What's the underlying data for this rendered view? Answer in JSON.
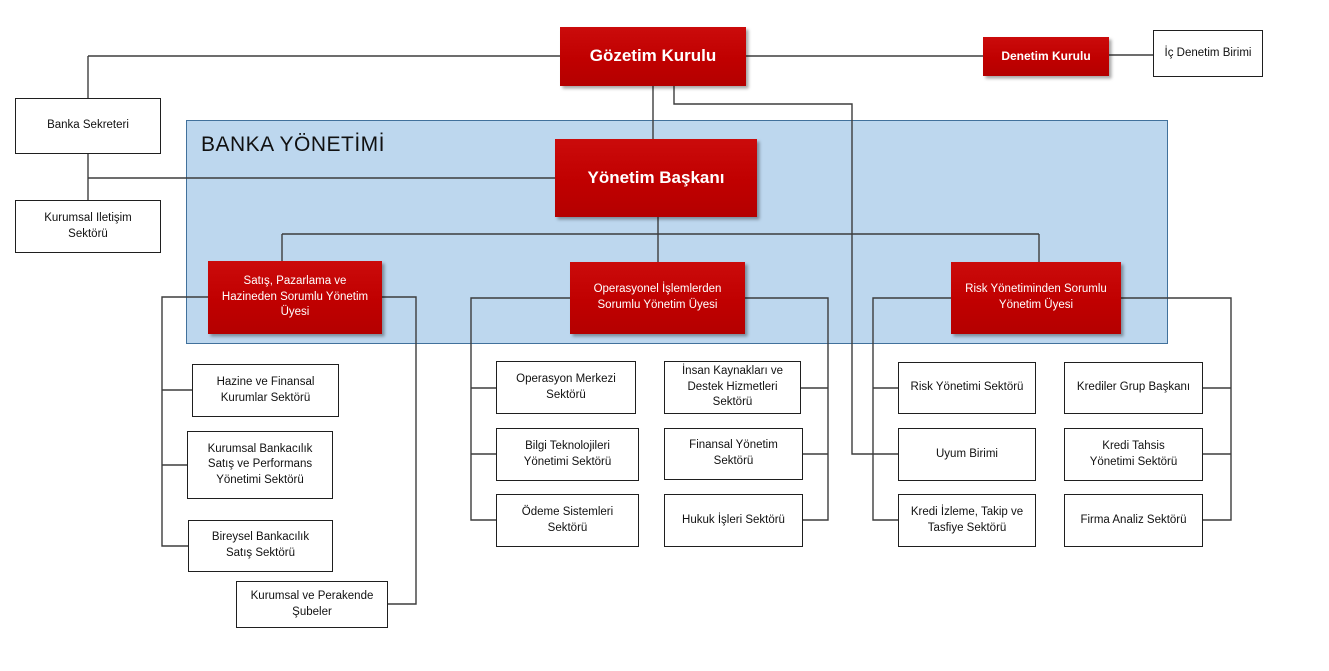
{
  "colors": {
    "red": "#C00000",
    "panel_fill": "#BDD7EE",
    "panel_border": "#41719C",
    "line": "#3D3D3D",
    "box_border": "#1F1F1F"
  },
  "panel": {
    "label": "BANKA YÖNETİMİ"
  },
  "nodes": {
    "gozetim_kurulu": "Gözetim Kurulu",
    "denetim_kurulu": "Denetim Kurulu",
    "ic_denetim_birimi": "İç Denetim Birimi",
    "banka_sekreteri": "Banka Sekreteri",
    "kurumsal_iletisim": "Kurumsal Iletişim Sektörü",
    "yonetim_baskani": "Yönetim Başkanı",
    "satis_pazarlama": "Satış, Pazarlama ve Hazineden Sorumlu Yönetim Üyesi",
    "operasyonel": "Operasyonel İşlemlerden Sorumlu Yönetim Üyesi",
    "risk_yonetiminden": "Risk Yönetiminden Sorumlu Yönetim Üyesi",
    "hazine_finansal": "Hazine ve Finansal Kurumlar Sektörü",
    "kurumsal_bankacilik": "Kurumsal Bankacılık Satış ve Performans Yönetimi Sektörü",
    "bireysel_bankacilik": "Bireysel Bankacılık Satış Sektörü",
    "kurumsal_perakende": "Kurumsal ve Perakende Şubeler",
    "operasyon_merkezi": "Operasyon Merkezi Sektörü",
    "bilgi_teknolojileri": "Bilgi Teknolojileri Yönetimi Sektörü",
    "odeme_sistemleri": "Ödeme Sistemleri Sektörü",
    "insan_kaynaklari": "İnsan Kaynakları ve Destek Hizmetleri Sektörü",
    "finansal_yonetim": "Finansal Yönetim Sektörü",
    "hukuk_isleri": "Hukuk İşleri Sektörü",
    "risk_yonetimi_sektoru": "Risk Yönetimi Sektörü",
    "uyum_birimi": "Uyum Birimi",
    "kredi_izleme": "Kredi İzleme, Takip ve Tasfiye Sektörü",
    "krediler_grup": "Krediler Grup Başkanı",
    "kredi_tahsis": "Kredi Tahsis Yönetimi Sektörü",
    "firma_analiz": "Firma Analiz Sektörü"
  }
}
